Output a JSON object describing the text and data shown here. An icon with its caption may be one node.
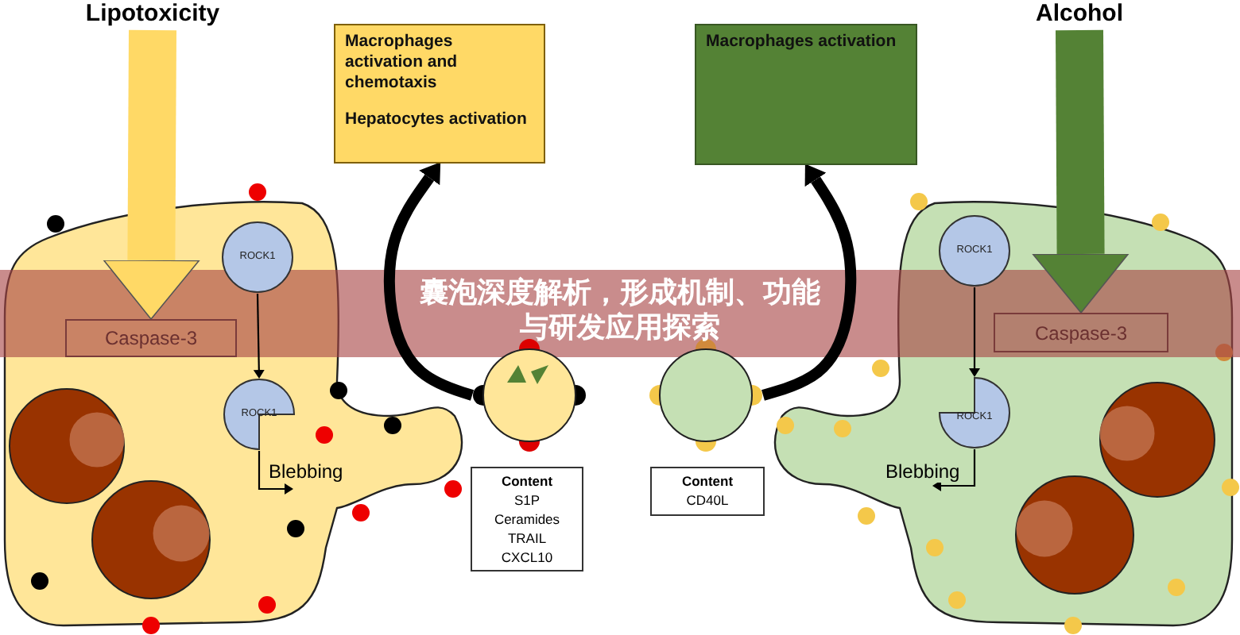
{
  "diagram": {
    "title": "囊泡深度解析，形成机制、功能与研发应用探索",
    "nodes": [
      {
        "text": [
          "Lipotoxicity"
        ]
      },
      {
        "text": [
          "Macrophages activation and chemotaxis",
          "Hepatocytes activation"
        ]
      },
      {
        "text": [
          "Macrophages activation"
        ]
      },
      {
        "text": [
          "Alcohol"
        ]
      },
      {
        "text": [],
        "shape": "cell"
      },
      {
        "text": [
          "ROCK1"
        ],
        "in": 4
      },
      {
        "text": [
          "Caspase-3"
        ],
        "in": 4
      },
      {
        "text": [
          "ROCK1"
        ],
        "in": 4
      },
      {
        "text": [],
        "shape": "circle"
      },
      {
        "text": [
          "Content",
          "S1P",
          "Ceramides",
          "TRAIL",
          "CXCL10"
        ]
      },
      {
        "text": [],
        "shape": "circle"
      },
      {
        "text": [
          "Content",
          "CD40L"
        ]
      },
      {
        "text": [],
        "shape": "cell"
      },
      {
        "text": [
          "ROCK1"
        ],
        "in": 12
      },
      {
        "text": [
          "Caspase-3"
        ],
        "in": 12
      },
      {
        "text": [
          "ROCK1"
        ],
        "in": 12
      }
    ],
    "edges": [
      {
        "from": 0,
        "to": 6,
        "arrow": "to",
        "style": "thick",
        "color": "#ffd966"
      },
      {
        "from": 5,
        "to": 7,
        "arrow": "to"
      },
      {
        "from": 7,
        "to": null,
        "arrow": "to",
        "label": "Blebbing"
      },
      {
        "from": 8,
        "to": 1,
        "arrow": "to",
        "style": "thick"
      },
      {
        "from": 10,
        "to": 2,
        "arrow": "to",
        "style": "thick"
      },
      {
        "from": 3,
        "to": 14,
        "arrow": "to",
        "style": "thick",
        "color": "#548235"
      },
      {
        "from": 13,
        "to": 15,
        "arrow": "to"
      },
      {
        "from": 15,
        "to": null,
        "arrow": "to",
        "label": "Blebbing"
      }
    ]
  }
}
